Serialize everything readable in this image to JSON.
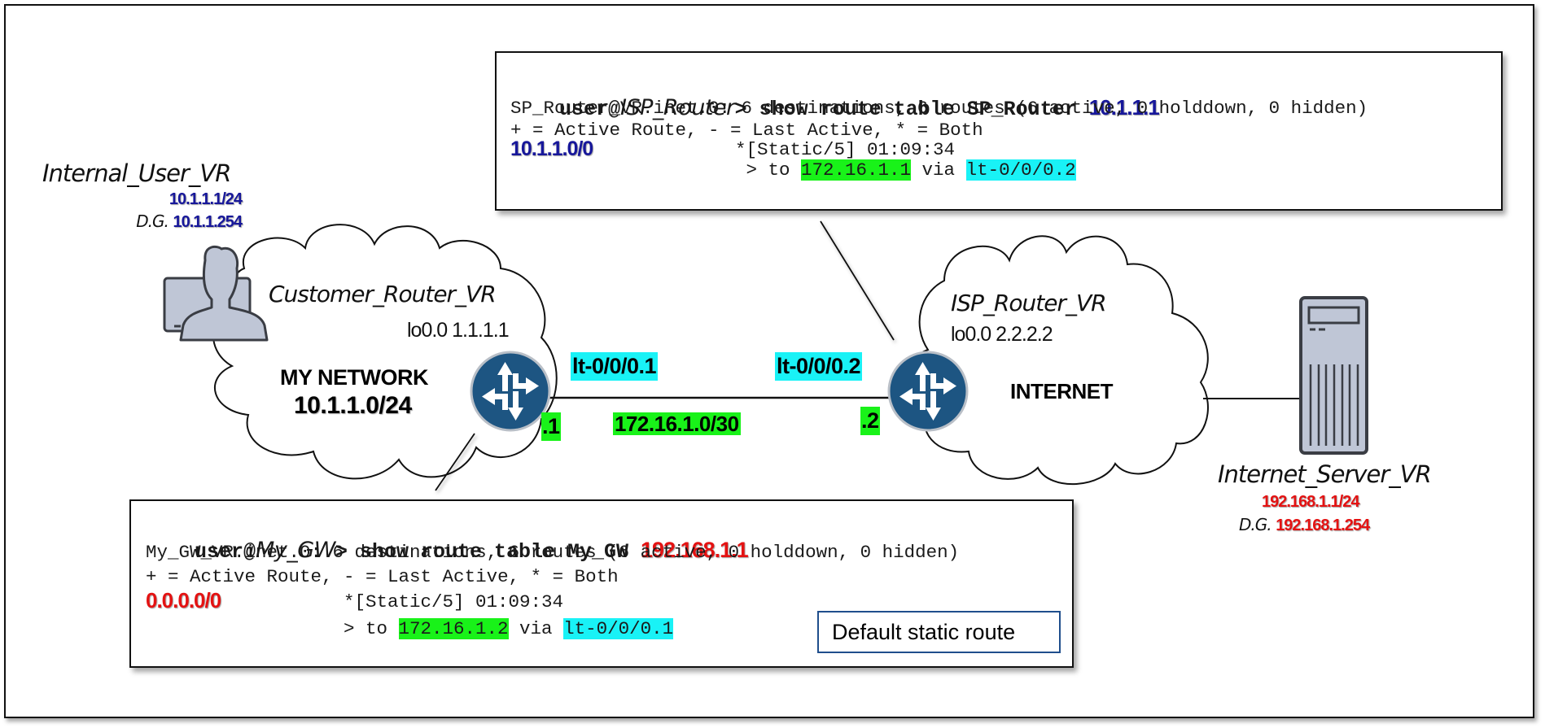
{
  "diagram": {
    "internal_user": {
      "name": "Internal_User_VR",
      "ip": "10.1.1.1/24",
      "dg_label": "D.G.",
      "dg_ip": "10.1.1.254",
      "icon": "user-workstation-icon"
    },
    "customer_router": {
      "name": "Customer_Router_VR",
      "loopback": "lo0.0 1.1.1.1",
      "network_label": "MY NETWORK",
      "network_prefix": "10.1.1.0/24",
      "interface": "lt-0/0/0.1",
      "host_octet": ".1",
      "icon": "router-icon"
    },
    "isp_router": {
      "name": "ISP_Router_VR",
      "loopback": "lo0.0 2.2.2.2",
      "network_label": "INTERNET",
      "interface": "lt-0/0/0.2",
      "host_octet": ".2",
      "icon": "router-icon"
    },
    "link": {
      "subnet": "172.16.1.0/30"
    },
    "internet_server": {
      "name": "Internet_Server_VR",
      "ip": "192.168.1.1/24",
      "dg_label": "D.G.",
      "dg_ip": "192.168.1.254",
      "icon": "server-tower-icon"
    },
    "isp_terminal": {
      "prompt_user": "user@",
      "prompt_host": "ISP_Router",
      "prompt_symbol": ">",
      "command": " show route table SP_Router ",
      "command_target": "10.1.1.1",
      "summary": "SP_Router_VR.inet.0: 6 destinations, 6 routes (6 active, 0 holddown, 0 hidden)",
      "legend": "+ = Active Route, - = Last Active, * = Both",
      "route_prefix": "10.1.1.0/0",
      "route_protocol": "*[Static/5] 01:09:34",
      "nexthop_prefix": " > to ",
      "nexthop_ip": "172.16.1.1",
      "nexthop_via": " via ",
      "nexthop_iface": "lt-0/0/0.2"
    },
    "gw_terminal": {
      "prompt_user": "user@",
      "prompt_host": "My_GW",
      "prompt_symbol": ">",
      "command": " show route table My_GW ",
      "command_target": "192.168.1.1",
      "summary": "My_GW_VR.inet.0: 6 destinations, 6 routes (6 active, 0 holddown, 0 hidden)",
      "legend": "+ = Active Route, - = Last Active, * = Both",
      "route_prefix": "0.0.0.0/0",
      "route_protocol": "*[Static/5] 01:09:34",
      "nexthop_prefix": "> to ",
      "nexthop_ip": "172.16.1.2",
      "nexthop_via": " via ",
      "nexthop_iface": "lt-0/0/0.1"
    },
    "annotation": "Default static route",
    "colors": {
      "router_fill": "#1d5582",
      "router_ring": "#b9bfc7",
      "device_fill": "#bfc6d6",
      "device_stroke": "#3a3d44",
      "ip_blue": "#17179a",
      "ip_red": "#e41212",
      "highlight_green": "#19f219",
      "highlight_cyan": "#19f2f6",
      "annotation_border": "#1f4e8c"
    }
  }
}
